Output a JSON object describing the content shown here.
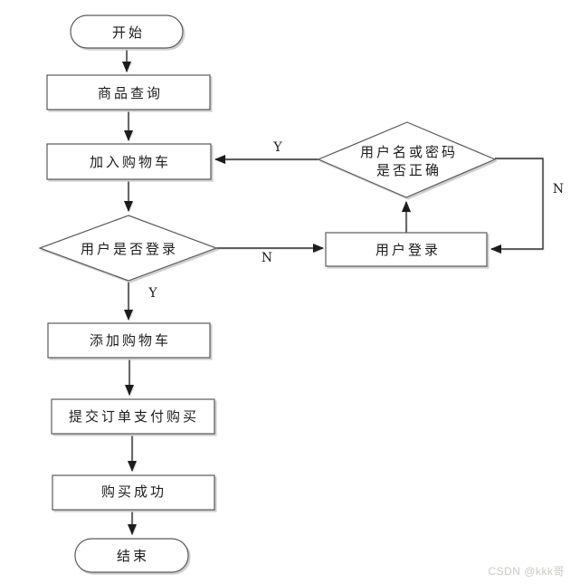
{
  "diagram": {
    "nodes": {
      "start": {
        "label": "开始",
        "shape": "stadium"
      },
      "product_query": {
        "label": "商品查询",
        "shape": "rect"
      },
      "add_to_cart": {
        "label": "加入购物车",
        "shape": "rect"
      },
      "login_check": {
        "label": "用户是否登录",
        "shape": "diamond"
      },
      "credential_check": {
        "line1": "用户名或密码",
        "line2": "是否正确",
        "shape": "diamond"
      },
      "user_login": {
        "label": "用户登录",
        "shape": "rect"
      },
      "add_cart": {
        "label": "添加购物车",
        "shape": "rect"
      },
      "submit_order": {
        "label": "提交订单支付购买",
        "shape": "rect"
      },
      "purchase_success": {
        "label": "购买成功",
        "shape": "rect"
      },
      "end": {
        "label": "结束",
        "shape": "stadium"
      }
    },
    "edge_labels": {
      "credential_yes": "Y",
      "credential_no": "N",
      "login_yes": "Y",
      "login_no": "N"
    },
    "colors": {
      "background": "#ffffff",
      "shape_border": "#5a5a5a",
      "shape_shadow": "#cfcfcf",
      "edge_line": "#303030",
      "text": "#1c1c1c",
      "watermark": "#ccc9c3"
    }
  },
  "watermark": {
    "text": "CSDN @kkk哥"
  }
}
